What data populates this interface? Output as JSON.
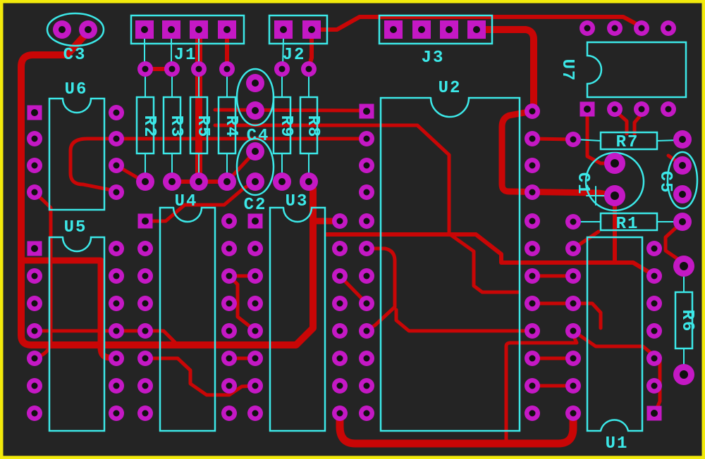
{
  "app": {
    "view": "pcb-board-layout"
  },
  "colors": {
    "board_background": "#242424",
    "board_border": "#f2ea0b",
    "silkscreen": "#3ce8e8",
    "pad": "#c418c4",
    "pad_hole": "#101010",
    "trace": "#c90606"
  },
  "labels": {
    "C1": "C1",
    "C2": "C2",
    "C3": "C3",
    "C4": "C4",
    "C5": "C5",
    "R1": "R1",
    "R2": "R2",
    "R3": "R3",
    "R4": "R4",
    "R5": "R5",
    "R6": "R6",
    "R7": "R7",
    "R8": "R8",
    "R9": "R9",
    "U1": "U1",
    "U2": "U2",
    "U3": "U3",
    "U4": "U4",
    "U5": "U5",
    "U6": "U6",
    "U7": "U7",
    "J1": "J1",
    "J2": "J2",
    "J3": "J3"
  },
  "components": {
    "connectors": [
      {
        "ref": "J1",
        "pins": 4
      },
      {
        "ref": "J2",
        "pins": 2
      },
      {
        "ref": "J3",
        "pins": 4
      }
    ],
    "ics": [
      {
        "ref": "U1",
        "pins": 14
      },
      {
        "ref": "U2",
        "pins": 24
      },
      {
        "ref": "U3",
        "pins": 16
      },
      {
        "ref": "U4",
        "pins": 16
      },
      {
        "ref": "U5",
        "pins": 14
      },
      {
        "ref": "U6",
        "pins": 8
      },
      {
        "ref": "U7",
        "pins": 8
      }
    ],
    "resistors": [
      "R1",
      "R2",
      "R3",
      "R4",
      "R5",
      "R6",
      "R7",
      "R8",
      "R9"
    ],
    "capacitors": [
      "C1",
      "C2",
      "C3",
      "C4",
      "C5"
    ]
  }
}
